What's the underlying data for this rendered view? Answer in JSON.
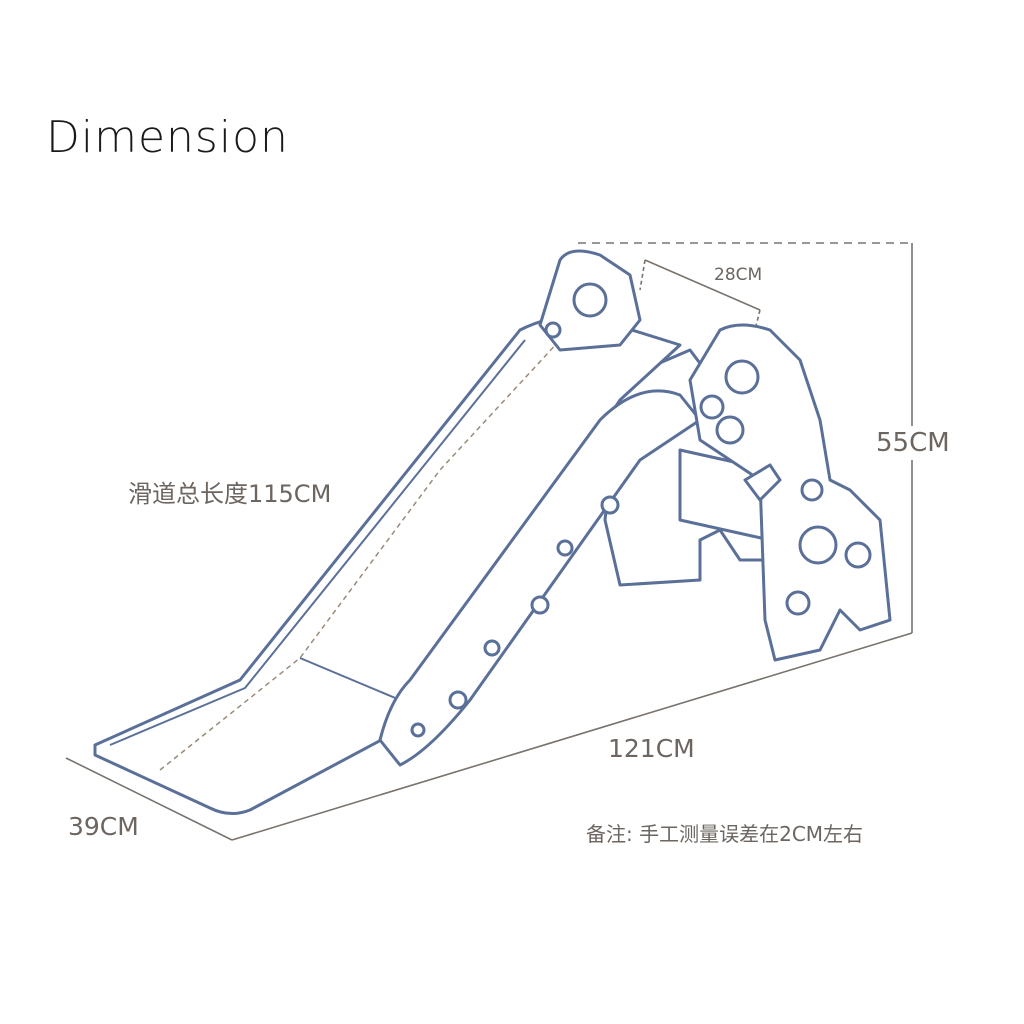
{
  "title": "Dimension",
  "labels": {
    "slide_length": "滑道总长度115CM",
    "height": "55CM",
    "top_width": "28CM",
    "length": "121CM",
    "width": "39CM",
    "note": "备注: 手工测量误差在2CM左右"
  },
  "colors": {
    "line": "#5b7098",
    "dimension": "#7a736d",
    "text": "#6c6560"
  }
}
